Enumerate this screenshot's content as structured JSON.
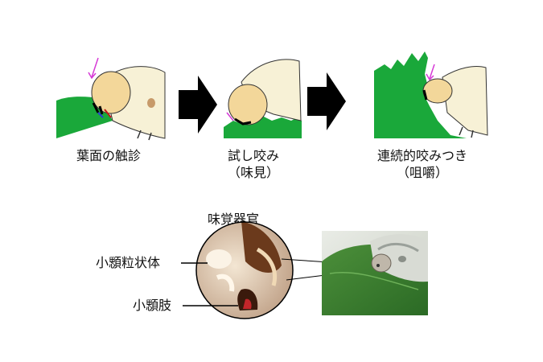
{
  "steps": [
    {
      "label": "葉面の触診",
      "sub": ""
    },
    {
      "label": "試し咬み",
      "sub": "（味見）"
    },
    {
      "label": "連続的咬みつき",
      "sub": "（咀嚼）"
    }
  ],
  "taste_organ": {
    "title": "味覚器官",
    "parts": [
      "小顋粒状体",
      "小顋肢"
    ]
  },
  "colors": {
    "leaf_green": "#1aa83a",
    "body_cream": "#f7f1d6",
    "head_tan": "#f3d79a",
    "arrow": "#000000",
    "touch_arrow": "#d63ad6"
  }
}
